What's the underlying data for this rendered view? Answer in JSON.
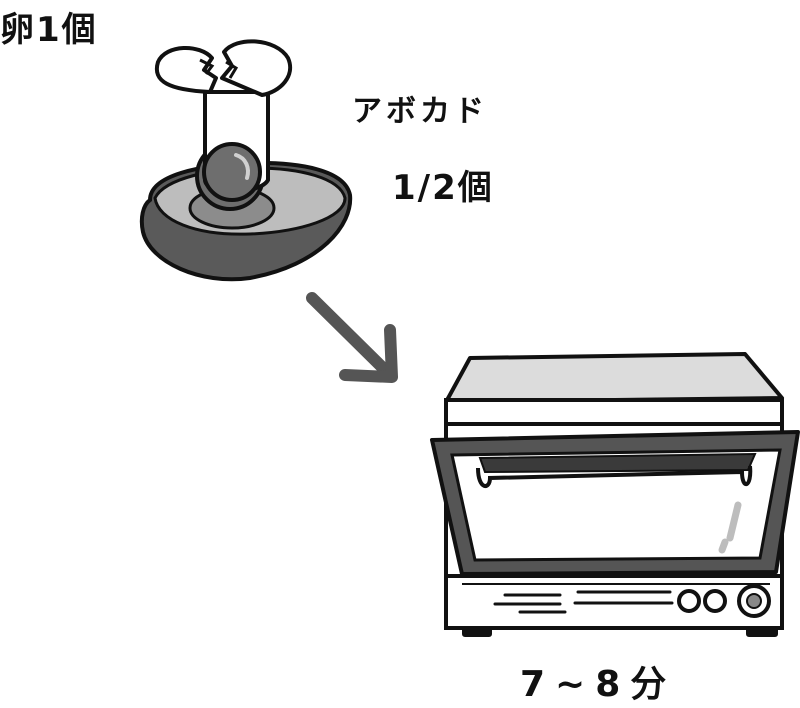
{
  "ingredients": {
    "egg": {
      "label": "卵1個"
    },
    "avocado": {
      "name": "アボカド",
      "quantity": "1/2個"
    }
  },
  "cooking": {
    "time": "7~8分"
  },
  "icons": [
    "egg-icon",
    "avocado-icon",
    "arrow-icon",
    "toaster-oven-icon"
  ]
}
